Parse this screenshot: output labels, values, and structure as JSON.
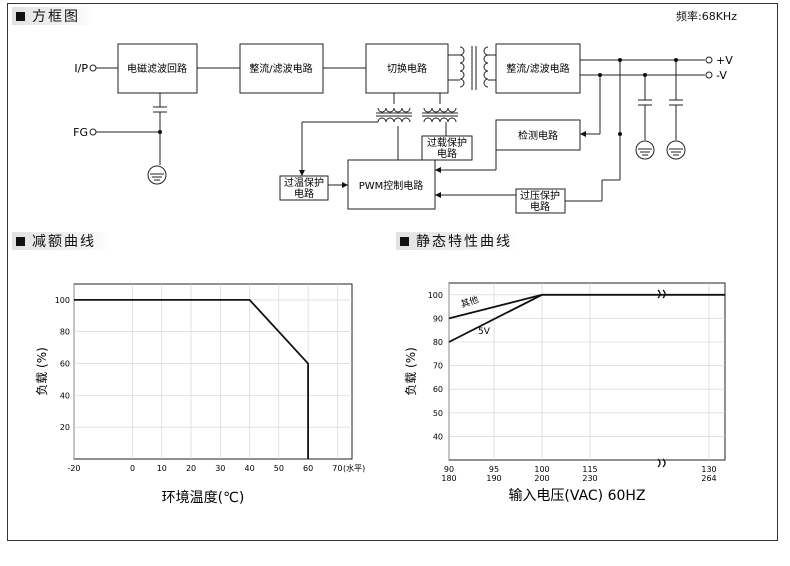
{
  "sections": {
    "block_diagram_title": "方框图",
    "frequency": "频率:68KHz",
    "derating_title": "减额曲线",
    "static_title": "静态特性曲线"
  },
  "block_diagram": {
    "terminals": {
      "input": "I/P",
      "ground": "FG",
      "out_pos": "+V",
      "out_neg": "-V"
    },
    "blocks": {
      "emi_filter": "电磁滤波回路",
      "rectifier": "整流/滤波电路",
      "switching": "切换电路",
      "out_rectifier": "整流/滤波电路",
      "detection": "检测电路",
      "overload": [
        "过载保护",
        "电路"
      ],
      "pwm": "PWM控制电路",
      "overtemp": [
        "过温保护",
        "电路"
      ],
      "overvoltage": [
        "过压保护",
        "电路"
      ]
    }
  },
  "chart_data": [
    {
      "type": "line",
      "xlabel": "环境温度(℃)",
      "ylabel": "负载 (%)",
      "x_unit_note": "(水平)",
      "x_ticks": [
        -20,
        0,
        10,
        20,
        30,
        40,
        50,
        60,
        70
      ],
      "y_ticks": [
        20,
        40,
        60,
        80,
        100
      ],
      "xlim": [
        -20,
        75
      ],
      "ylim": [
        0,
        110
      ],
      "series": [
        {
          "points": [
            [
              -20,
              100
            ],
            [
              40,
              100
            ],
            [
              60,
              60
            ],
            [
              60,
              0
            ]
          ]
        }
      ]
    },
    {
      "type": "line",
      "xlabel": "输入电压(VAC) 60HZ",
      "ylabel": "负载 (%)",
      "x_ticks": [
        {
          "top": "90",
          "bottom": "180"
        },
        {
          "top": "95",
          "bottom": "190"
        },
        {
          "top": "100",
          "bottom": "200"
        },
        {
          "top": "115",
          "bottom": "230"
        },
        {
          "top": "130",
          "bottom": "264"
        }
      ],
      "y_ticks": [
        40,
        50,
        60,
        70,
        80,
        90,
        100
      ],
      "ylim": [
        30,
        105
      ],
      "series": [
        {
          "name": "其他",
          "points": [
            [
              90,
              90
            ],
            [
              100,
              100
            ],
            [
              130,
              100
            ]
          ]
        },
        {
          "name": "5V",
          "points": [
            [
              90,
              80
            ],
            [
              100,
              100
            ]
          ]
        }
      ]
    }
  ]
}
